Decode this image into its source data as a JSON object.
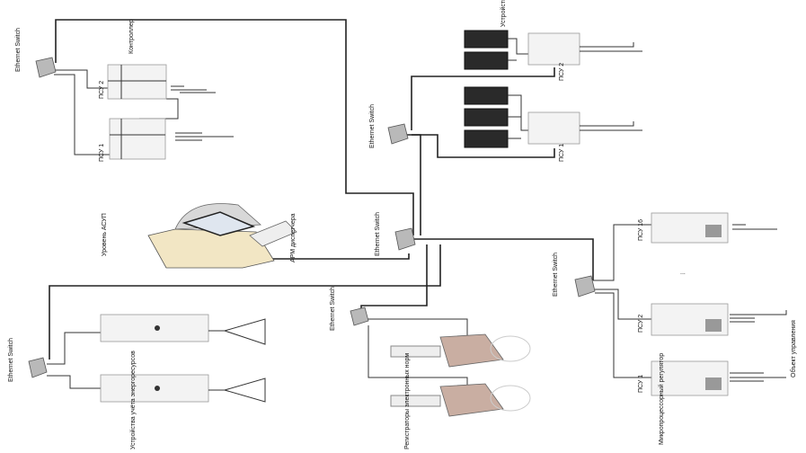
{
  "labels": {
    "switch": "Ethernet Switch",
    "controller": "Контроллер",
    "psu1": "ПСУ 1",
    "psu2": "ПСУ 2",
    "psu16": "ПСУ 16",
    "asup_level": "Уровень АСУП",
    "operator_ws": "АРМ диспетчера",
    "relay_devices": "Устройства контроля РелеФорм",
    "metering_devices": "Устройства учёта энергоресурсов",
    "recorders": "Регистраторы электронных норм",
    "regulators": "Микропроцессорный регулятор",
    "control_object": "Объект управления",
    "ellipsis": "..."
  }
}
